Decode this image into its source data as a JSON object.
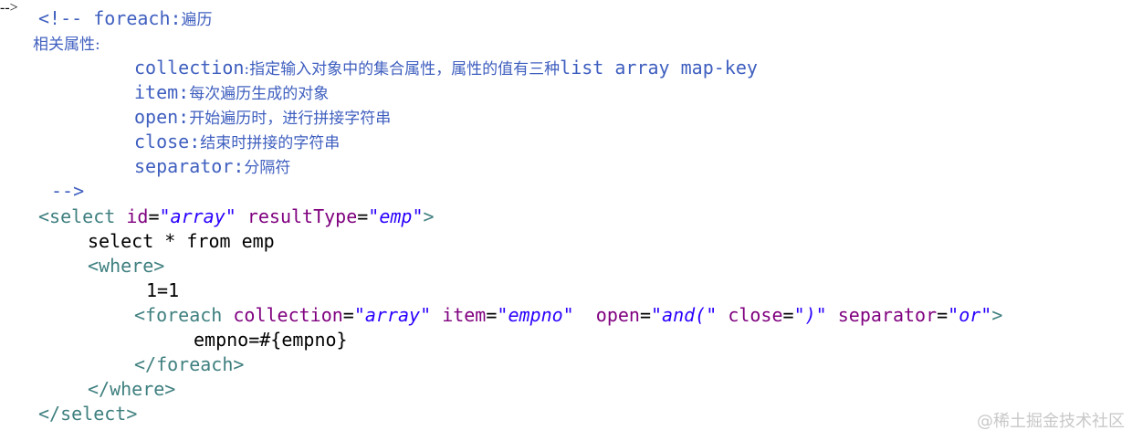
{
  "comment": {
    "open": "<!-- foreach:",
    "open_cn": "遍历",
    "props_title": "相关属性:",
    "items": [
      {
        "key": "collection",
        "sep": ":",
        "desc": "指定输入对象中的集合属性，属性的值有三种",
        "extra": "list array map-key"
      },
      {
        "key": "item",
        "sep": ":",
        "desc": "每次遍历生成的对象"
      },
      {
        "key": "open",
        "sep": ":",
        "desc": "开始遍历时，进行拼接字符串"
      },
      {
        "key": "close",
        "sep": ":",
        "desc": "结束时拼接的字符串"
      },
      {
        "key": "separator",
        "sep": ":",
        "desc": "分隔符"
      }
    ],
    "close": "-->"
  },
  "select": {
    "open_tag": "<select",
    "id_attr": "id",
    "id_value": "\"array\"",
    "rt_attr": "resultType",
    "rt_value": "\"emp\"",
    "open_end": ">",
    "sql": "select * from emp",
    "where_open": "<where>",
    "cond": "1=1",
    "foreach": {
      "tag": "<foreach",
      "collection_attr": "collection",
      "collection_value": "\"array\"",
      "item_attr": "item",
      "item_value": "\"empno\"",
      "open_attr": "open",
      "open_value": "\"and(\"",
      "close_attr": "close",
      "close_value": "\")\"",
      "separator_attr": "separator",
      "separator_value": "\"or\"",
      "end": ">"
    },
    "body": "empno=#{empno}",
    "foreach_close": "</foreach>",
    "where_close": "</where>",
    "close_tag": "</select>"
  },
  "watermark": "@稀土掘金技术社区"
}
